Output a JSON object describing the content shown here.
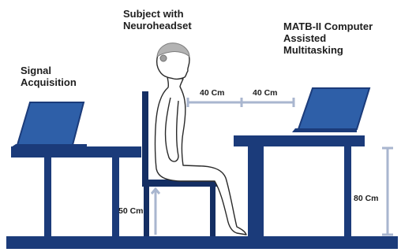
{
  "labels": {
    "subject_line1": "Subject with",
    "subject_line2": "Neuroheadset",
    "signal_line1": "Signal",
    "signal_line2": "Acquisition",
    "matb_line1": "MATB-II Computer",
    "matb_line2": "Assisted",
    "matb_line3": "Multitasking"
  },
  "dimensions": {
    "distance_left": "40 Cm",
    "distance_right": "40 Cm",
    "seat_height": "50 Cm",
    "table_height": "80 Cm"
  },
  "colors": {
    "furniture": "#1b3b7a",
    "furniture_dark": "#142e63",
    "laptop_screen": "#2e5fa8",
    "dimension_line": "#a9b6cf",
    "headset": "#b3b3b3",
    "person_outline": "#2a2a2a"
  }
}
